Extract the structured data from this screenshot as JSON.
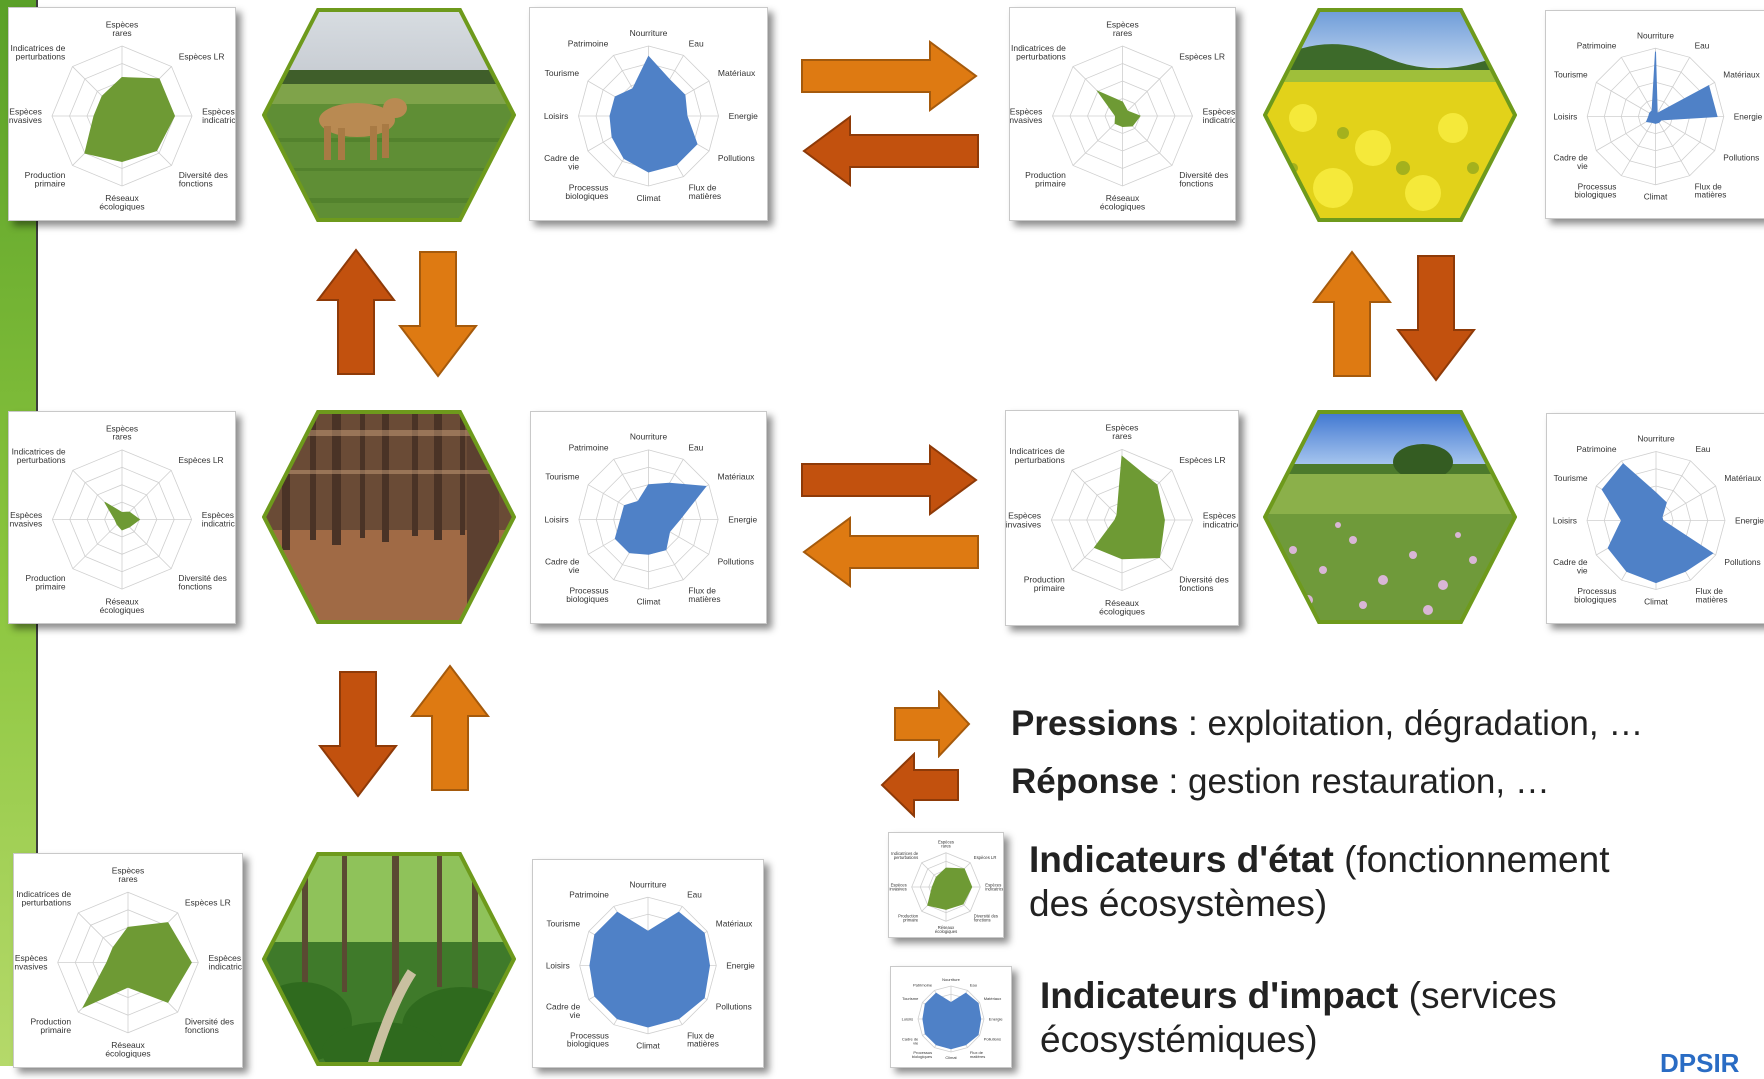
{
  "state_axes": [
    "Espèces rares",
    "Espèces LR",
    "Espèces indicatrices",
    "Diversité des fonctions",
    "Réseaux écologiques",
    "Production primaire",
    "Espèces invasives",
    "Indicatrices de perturbations"
  ],
  "impact_axes": [
    "Nourriture",
    "Eau",
    "Matériaux",
    "Energie",
    "Pollutions",
    "Flux de matières",
    "Climat",
    "Processus biologiques",
    "Cadre de vie",
    "Loisirs",
    "Tourisme",
    "Patrimoine"
  ],
  "colors": {
    "state": "#6e9a34",
    "impact": "#4f81c7",
    "arrow_pression": "#de7a12",
    "arrow_reponse": "#c2510e",
    "brand": "#2a6cc4"
  },
  "ecosystems": [
    {
      "name": "pasture",
      "state": [
        0.55,
        0.75,
        0.75,
        0.7,
        0.65,
        0.75,
        0.4,
        0.4
      ],
      "impact": [
        0.85,
        0.6,
        0.6,
        0.55,
        0.8,
        0.8,
        0.8,
        0.7,
        0.6,
        0.55,
        0.55,
        0.45
      ]
    },
    {
      "name": "rapeseed-field",
      "state": [
        0.2,
        0.1,
        0.25,
        0.2,
        0.15,
        0.15,
        0.1,
        0.5
      ],
      "impact": [
        0.95,
        0.05,
        0.9,
        0.9,
        0.1,
        0.1,
        0.1,
        0.1,
        0.15,
        0.1,
        0.1,
        0.1
      ]
    },
    {
      "name": "conifer-plantation",
      "state": [
        0.1,
        0.15,
        0.25,
        0.15,
        0.15,
        0.1,
        0.1,
        0.35
      ],
      "impact": [
        0.5,
        0.6,
        0.95,
        0.45,
        0.35,
        0.5,
        0.5,
        0.55,
        0.55,
        0.4,
        0.4,
        0.3
      ]
    },
    {
      "name": "wet-meadow",
      "state": [
        0.9,
        0.7,
        0.6,
        0.75,
        0.55,
        0.55,
        0.1,
        0.1
      ],
      "impact": [
        0.4,
        0.3,
        0.1,
        0.1,
        0.95,
        0.85,
        0.9,
        0.85,
        0.8,
        0.5,
        0.9,
        0.95
      ]
    },
    {
      "name": "deciduous-forest",
      "state": [
        0.5,
        0.8,
        0.9,
        0.8,
        0.35,
        0.9,
        0.3,
        0.3
      ],
      "impact": [
        0.5,
        0.9,
        0.95,
        0.9,
        0.95,
        0.9,
        0.9,
        0.9,
        0.9,
        0.85,
        0.9,
        0.9
      ]
    }
  ],
  "legend": {
    "pressions_title": "Pressions",
    "pressions_text": " : exploitation, dégradation, …",
    "reponse_title": "Réponse",
    "reponse_text": " : gestion restauration, …",
    "etat_title": "Indicateurs d'état",
    "etat_text": " (fonctionnement",
    "etat_text2": "des écosystèmes)",
    "impact_title": "Indicateurs d'impact",
    "impact_text": " (services",
    "impact_text2": "écosystémiques)"
  },
  "brand": "DPSIR"
}
